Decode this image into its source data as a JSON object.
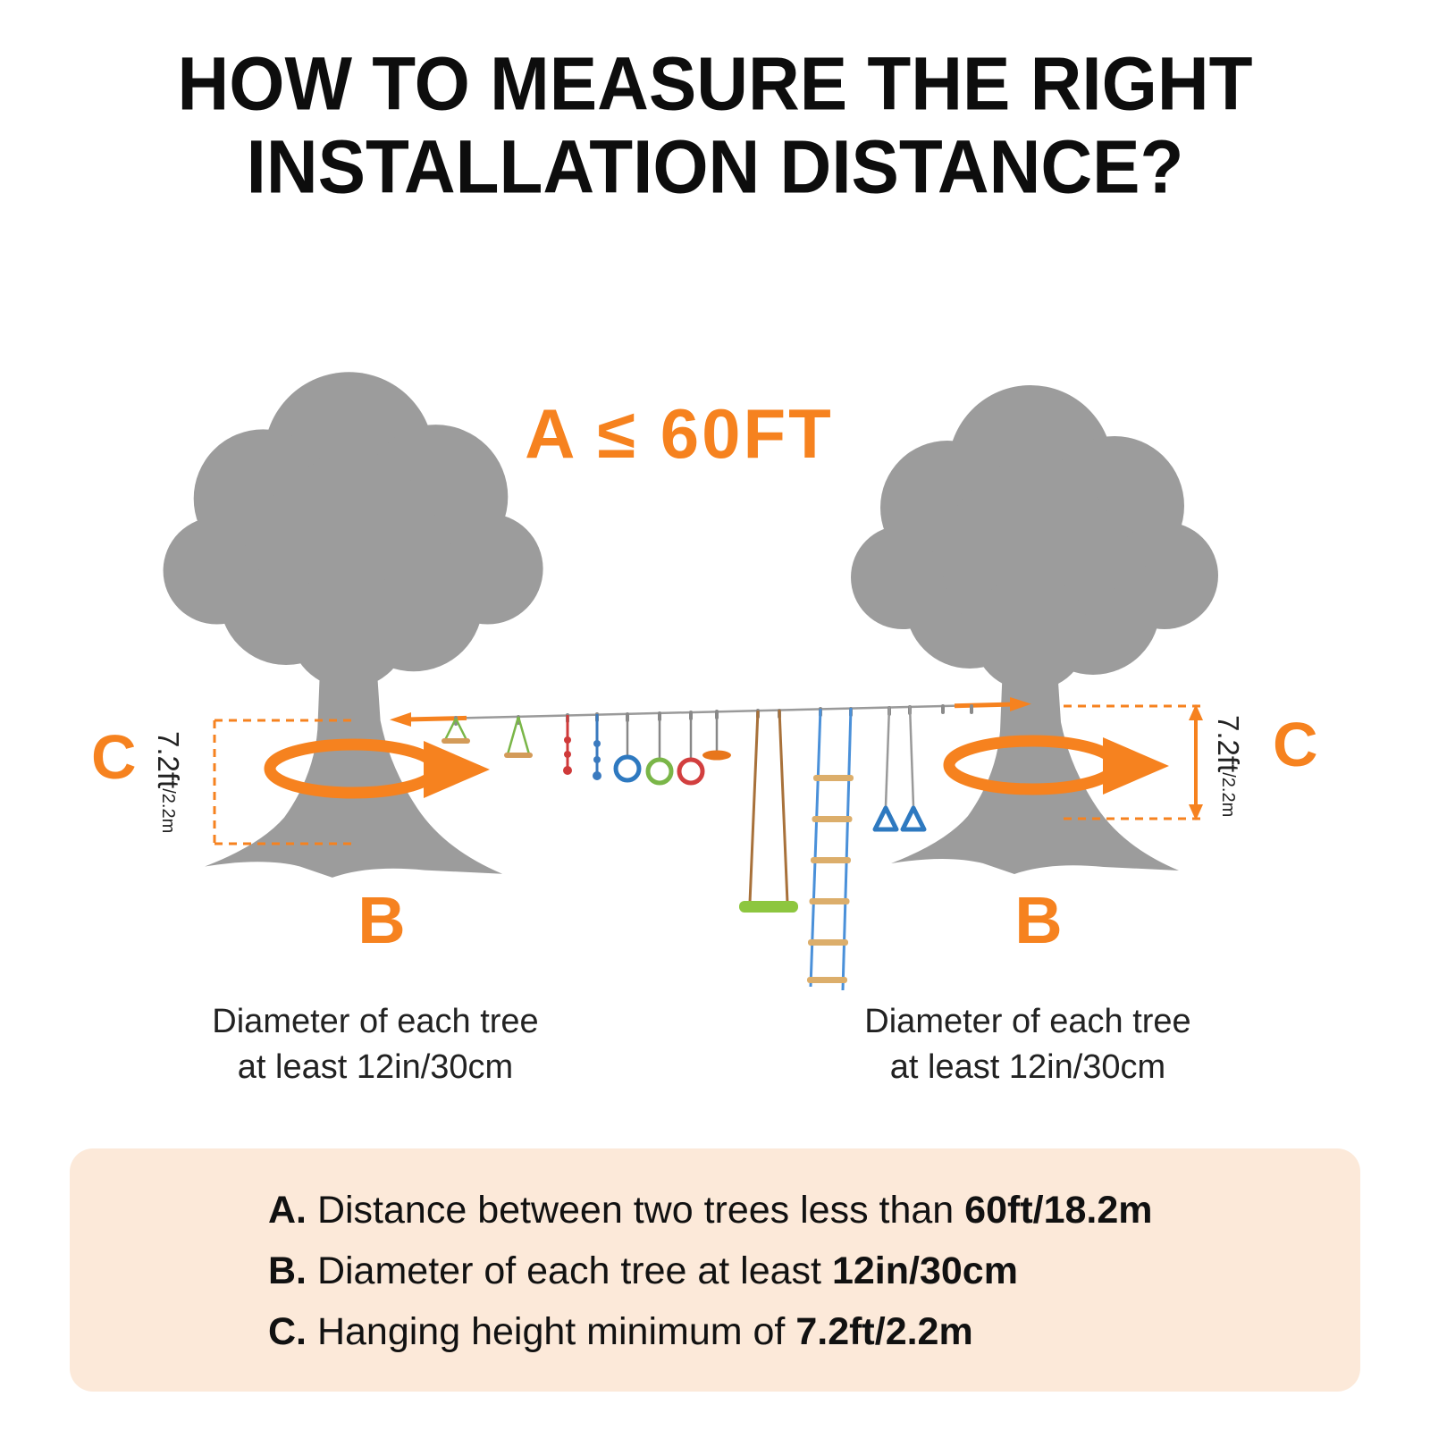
{
  "colors": {
    "accent": "#f6821f",
    "tree": "#9c9c9c",
    "legend_bg": "#fce9d9",
    "text_dark": "#111111"
  },
  "title": {
    "line1": "HOW TO MEASURE THE RIGHT",
    "line2": "INSTALLATION DISTANCE?"
  },
  "diagram": {
    "distance_label": "A ≤ 60FT",
    "left": {
      "c": "C",
      "b": "B",
      "height_main": "7.2ft",
      "height_sub": "/2.2m",
      "caption_line1": "Diameter of each tree",
      "caption_line2": "at least 12in/30cm"
    },
    "right": {
      "c": "C",
      "b": "B",
      "height_main": "7.2ft",
      "height_sub": "/2.2m",
      "caption_line1": "Diameter of each tree",
      "caption_line2": "at least 12in/30cm"
    }
  },
  "legend": {
    "items": [
      {
        "prefix": "A.",
        "text": " Distance between two trees less than ",
        "value": "60ft/18.2m"
      },
      {
        "prefix": "B.",
        "text": " Diameter of each tree at least ",
        "value": "12in/30cm"
      },
      {
        "prefix": "C.",
        "text": " Hanging height minimum of ",
        "value": "7.2ft/2.2m"
      }
    ]
  }
}
